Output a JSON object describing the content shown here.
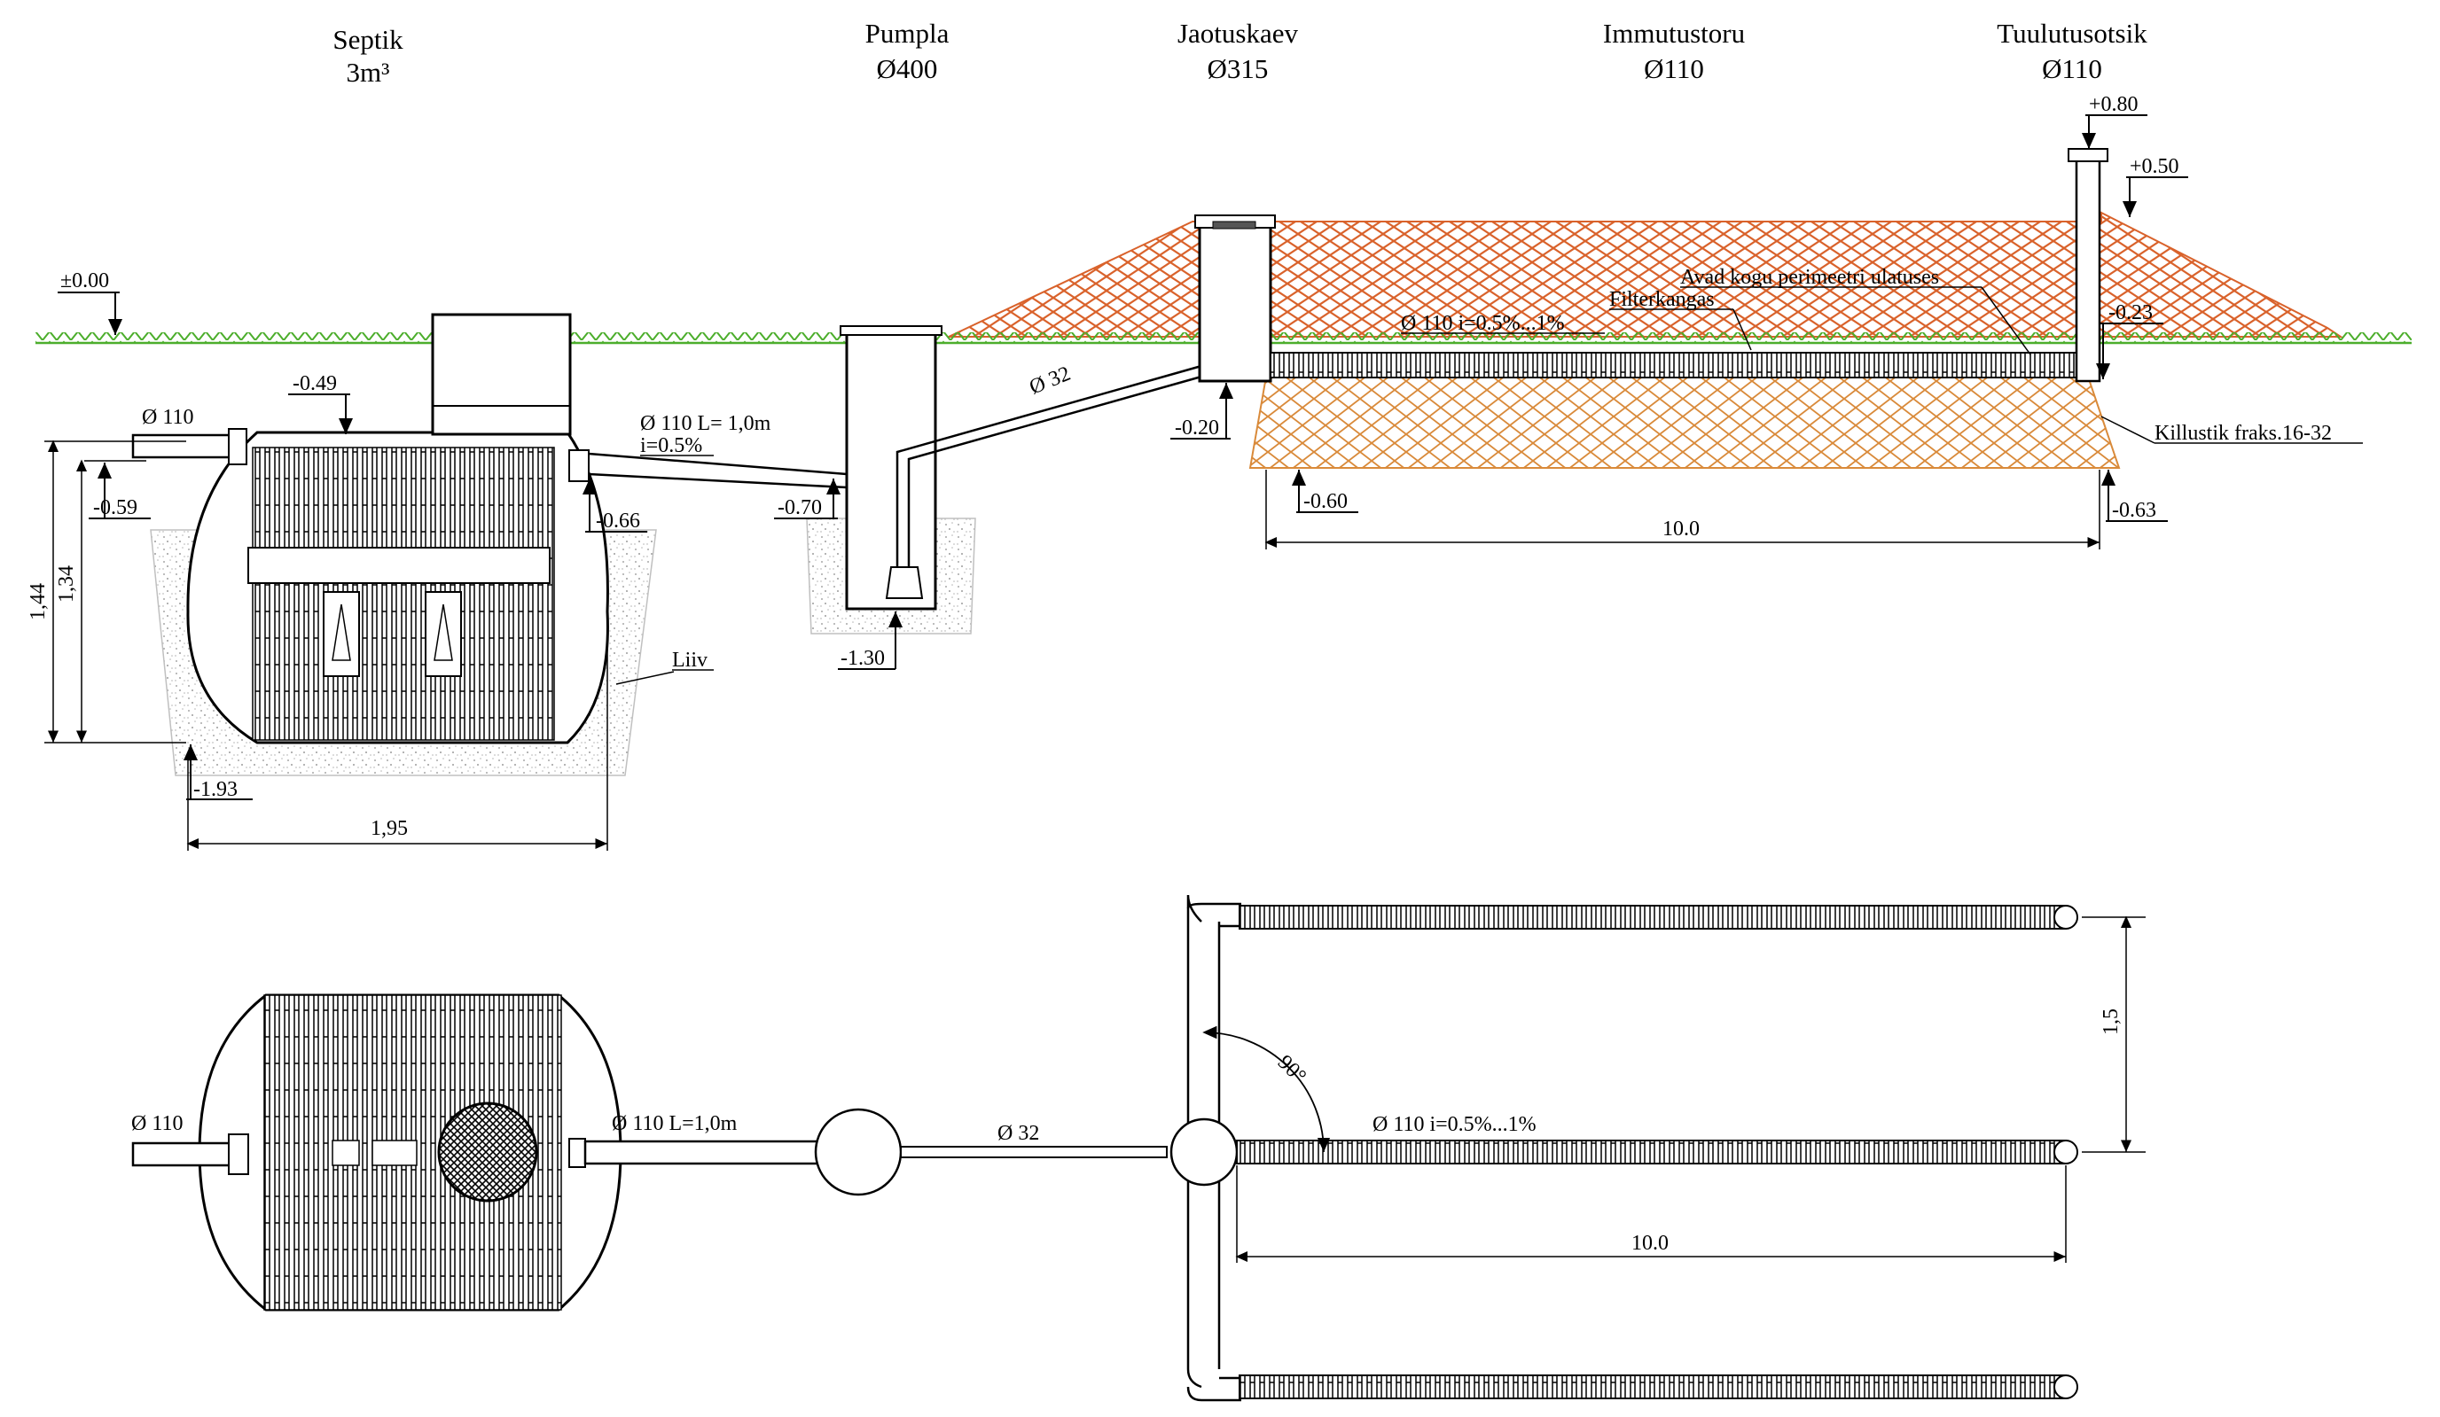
{
  "headers": [
    {
      "name": "Septik",
      "sub": "3m³"
    },
    {
      "name": "Pumpla",
      "sub": "Ø400"
    },
    {
      "name": "Jaotuskaev",
      "sub": "Ø315"
    },
    {
      "name": "Immutustoru",
      "sub": "Ø110"
    },
    {
      "name": "Tuulutusotsik",
      "sub": "Ø110"
    }
  ],
  "levels": {
    "ground": "±0.00",
    "septic_top": "-0.49",
    "inlet": "-0.59",
    "outlet": "-0.66",
    "pump_inlet": "-0.70",
    "pump_bottom": "-1.30",
    "septic_bottom": "-1.93",
    "box_bottom": "-0.20",
    "gravel_left": "-0.60",
    "gravel_right": "-0.63",
    "pipe_end": "-0.23",
    "vent_top": "+0.80",
    "mound_top": "+0.50"
  },
  "dims": {
    "height_total": "1,44",
    "height_inlet": "1,34",
    "width_septic": "1,95",
    "length_infil": "10.0",
    "spacing": "1,5",
    "length_plan": "10.0",
    "angle": "90°"
  },
  "labels": {
    "inlet_pipe": "Ø 110",
    "outlet_pipe_1": "Ø 110 L= 1,0m",
    "outlet_pipe_2": "i=0.5%",
    "pressure_pipe": "Ø 32",
    "infil_pipe": "Ø 110  i=0.5%...1%",
    "holes": "Avad kogu perimeetri ulatuses",
    "filter": "Filterkangas",
    "gravel": "Killustik fraks.16-32",
    "sand": "Liiv",
    "plan_inlet": "Ø 110",
    "plan_outlet": "Ø 110 L=1,0m",
    "plan_pressure": "Ø 32",
    "plan_infil": "Ø 110  i=0.5%...1%"
  },
  "colors": {
    "soil": "#d9622b",
    "gravel": "#d98a3a",
    "grass": "#4cae2c",
    "sand": "#b9b9b9"
  }
}
